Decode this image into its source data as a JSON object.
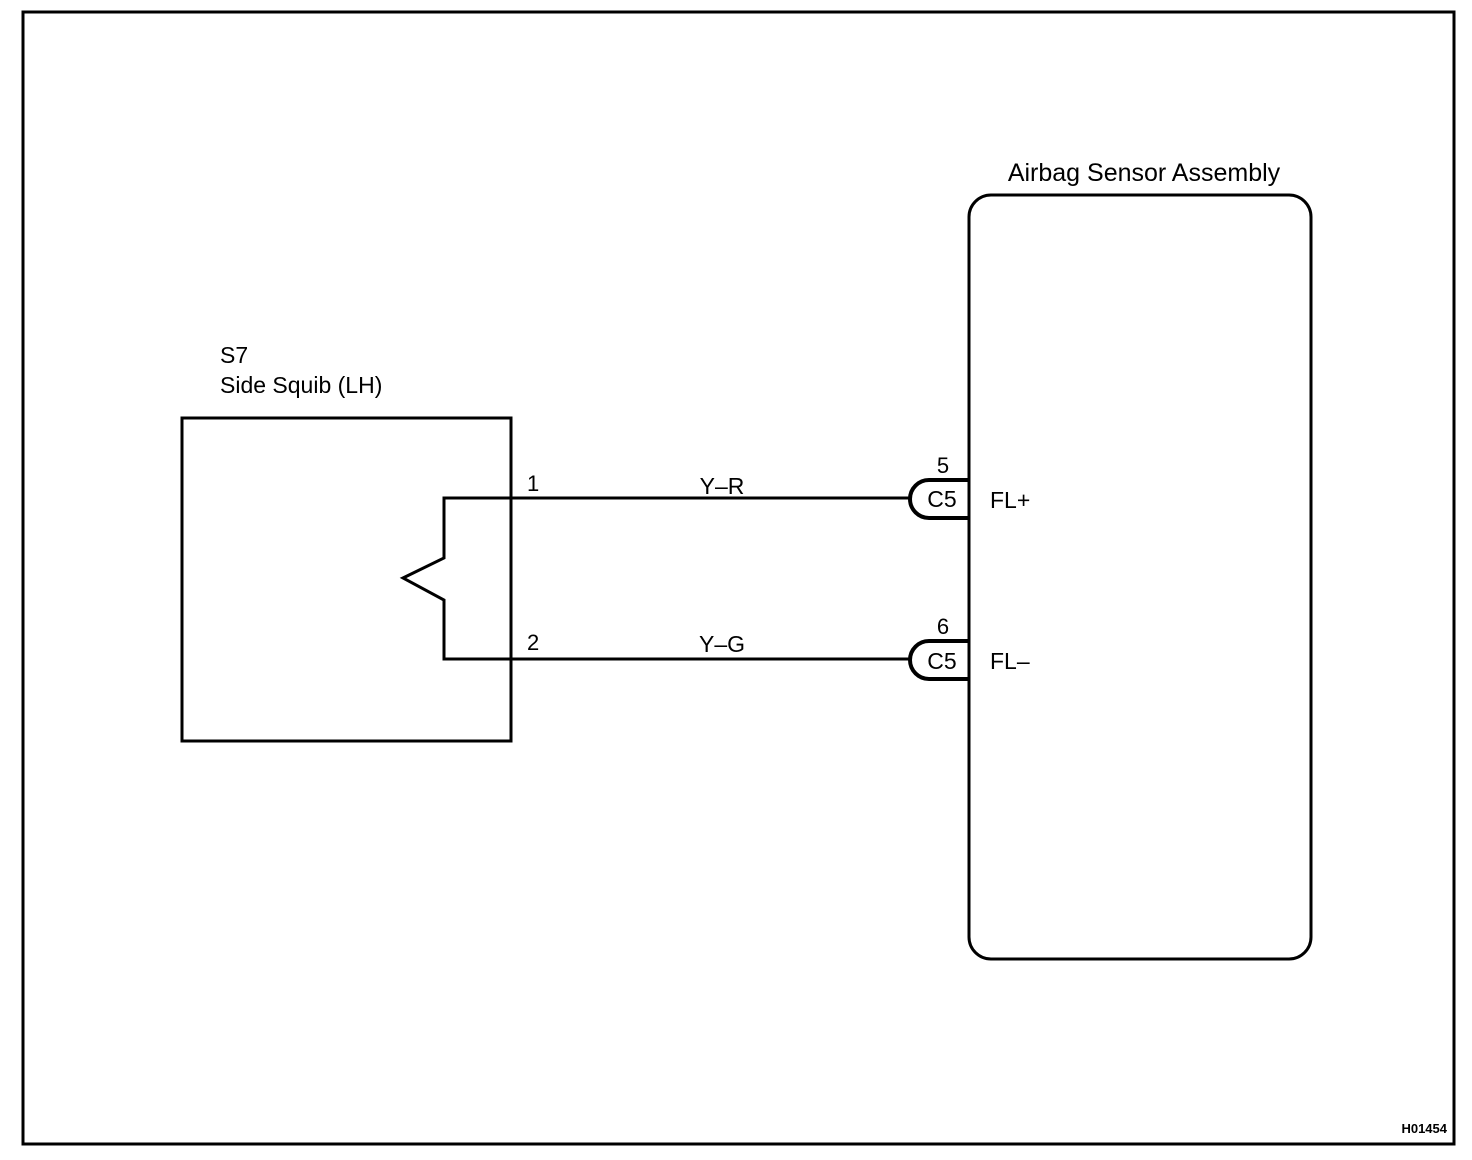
{
  "diagram_code": "H01454",
  "squib": {
    "code": "S7",
    "name": "Side Squib (LH)",
    "pins": [
      "1",
      "2"
    ]
  },
  "sensor": {
    "title": "Airbag Sensor Assembly",
    "terminals": [
      "FL+",
      "FL–"
    ]
  },
  "wires": [
    {
      "color": "Y–R",
      "connector": "C5",
      "pin": "5"
    },
    {
      "color": "Y–G",
      "connector": "C5",
      "pin": "6"
    }
  ]
}
